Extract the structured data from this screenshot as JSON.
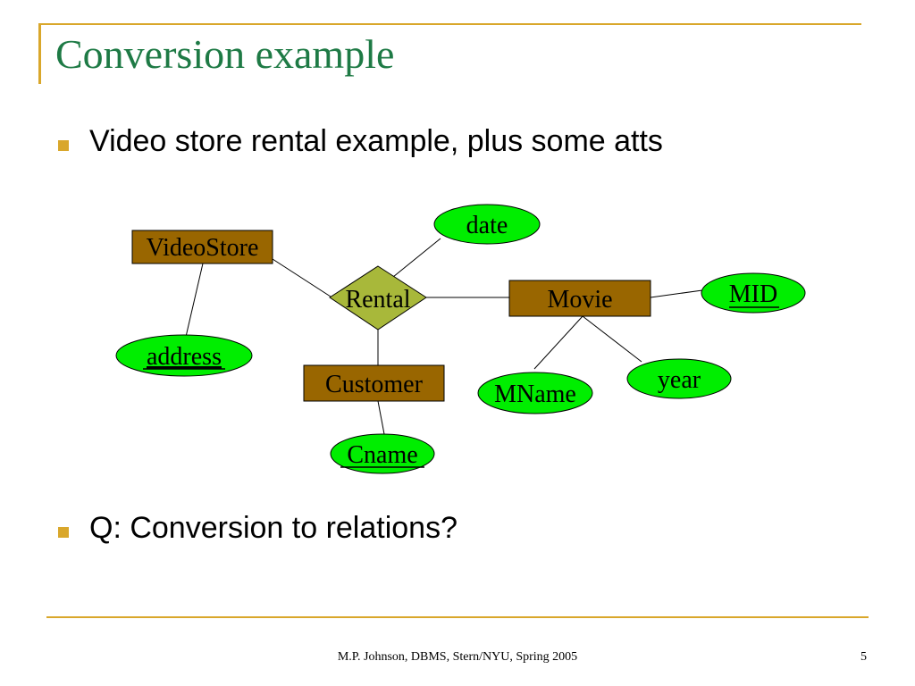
{
  "slide": {
    "title": "Conversion example",
    "bullets": [
      "Video store rental example, plus some atts",
      "Q: Conversion to relations?"
    ],
    "footer": "M.P. Johnson, DBMS, Stern/NYU, Spring 2005",
    "page_number": "5"
  },
  "diagram": {
    "entities": {
      "videostore": "VideoStore",
      "movie": "Movie",
      "customer": "Customer"
    },
    "relationship": "Rental",
    "attributes": {
      "date": "date",
      "address": "address",
      "mid": "MID",
      "year": "year",
      "mname": "MName",
      "cname": "Cname"
    }
  },
  "colors": {
    "entity_fill": "#996600",
    "relationship_fill": "#a8b83a",
    "attribute_fill": "#00ee00",
    "accent": "#d9a72b",
    "title": "#1e7a45"
  }
}
